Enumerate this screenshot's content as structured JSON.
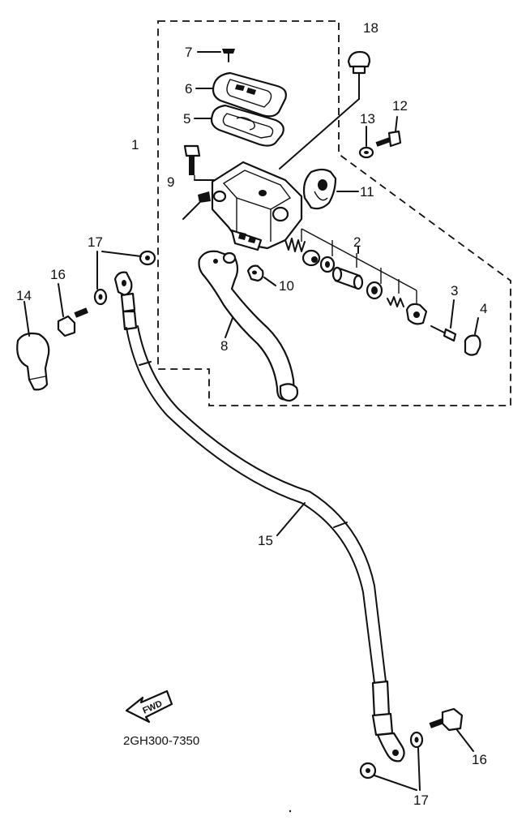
{
  "diagram": {
    "drawing_code": "2GH300-7350",
    "fwd_arrow_label": "FWD",
    "callouts": {
      "c1": "1",
      "c2": "2",
      "c3": "3",
      "c4": "4",
      "c5": "5",
      "c6": "6",
      "c7": "7",
      "c8": "8",
      "c9": "9",
      "c10": "10",
      "c11": "11",
      "c12": "12",
      "c13": "13",
      "c14": "14",
      "c15": "15",
      "c16a": "16",
      "c16b": "16",
      "c17a": "17",
      "c17b": "17",
      "c18": "18"
    }
  }
}
